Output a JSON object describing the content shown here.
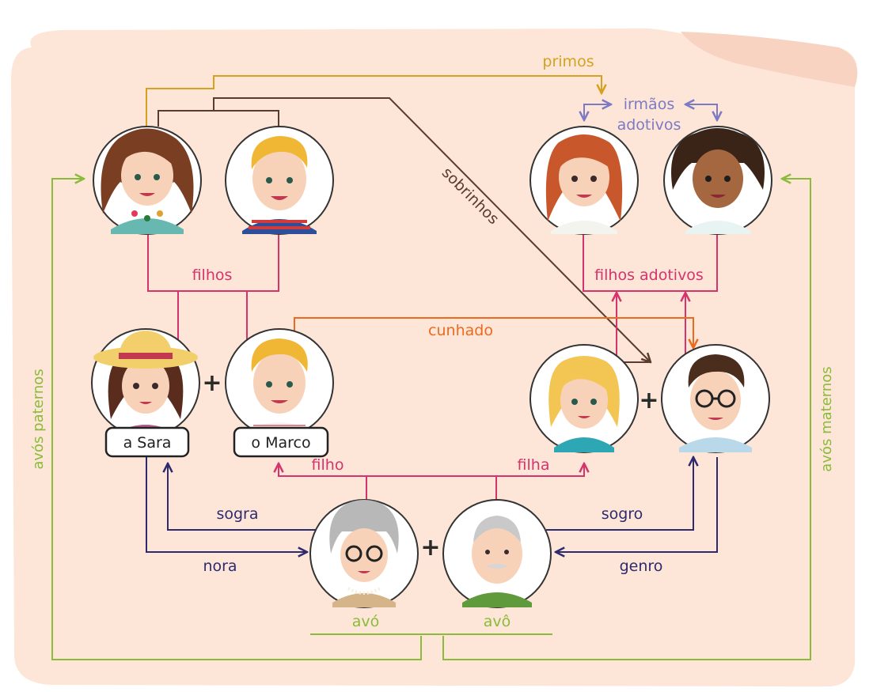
{
  "labels": {
    "primos": "primos",
    "irmaos_line1": "irmãos",
    "irmaos_line2": "adotivos",
    "sobrinhos": "sobrinhos",
    "filhos": "filhos",
    "filhos_adotivos": "filhos adotivos",
    "cunhado": "cunhado",
    "filho": "filho",
    "filha": "filha",
    "sogra": "sogra",
    "sogro": "sogro",
    "nora": "nora",
    "genro": "genro",
    "avo_f": "avó",
    "avo_m": "avô",
    "avos_paternos": "avós paternos",
    "avos_maternos": "avós maternos",
    "plus": "+"
  },
  "names": {
    "sara": "a Sara",
    "marco": "o Marco"
  },
  "colors": {
    "background_blob": "#fde6d8",
    "primos": "#d4a21e",
    "irmaos": "#7d7ac4",
    "sobrinhos": "#5b3b2b",
    "filhos": "#d6336c",
    "cunhado": "#ec6a1e",
    "in_laws": "#2e2a6e",
    "grandparents": "#8bbb3a"
  }
}
